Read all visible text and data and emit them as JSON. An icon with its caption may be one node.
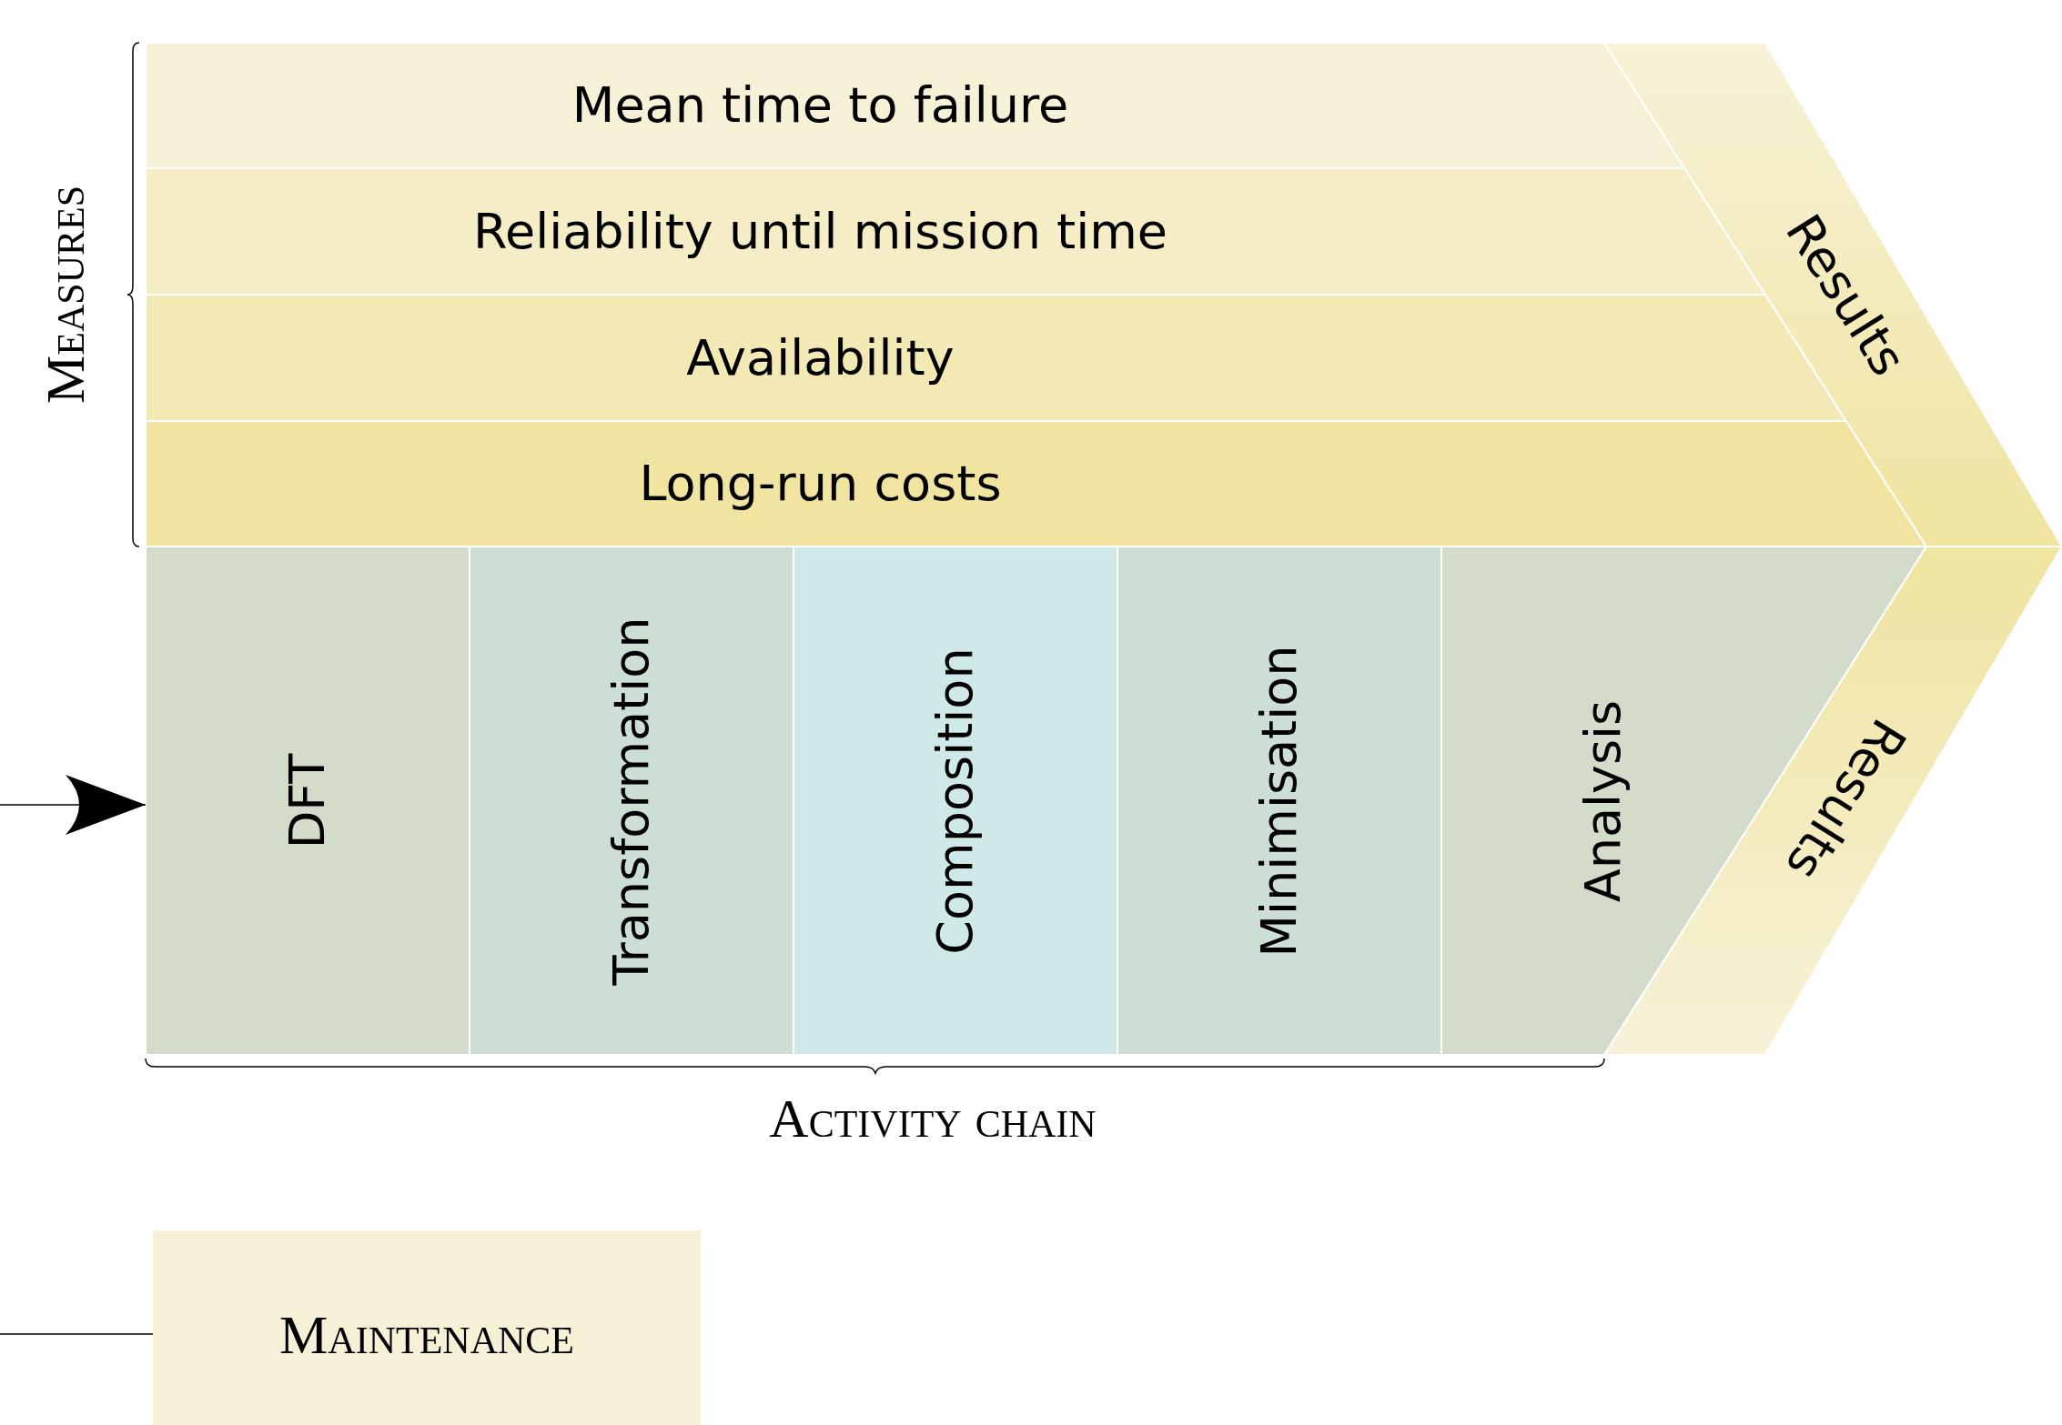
{
  "diagram": {
    "nodes": [
      {
        "text": [
          "Mean time to failure"
        ]
      },
      {
        "text": [
          "Reliability until mission time"
        ]
      },
      {
        "text": [
          "Availability"
        ]
      },
      {
        "text": [
          "Long-run costs"
        ]
      },
      {
        "text": [
          "DFT"
        ]
      },
      {
        "text": [
          "Transformation"
        ]
      },
      {
        "text": [
          "Composition"
        ]
      },
      {
        "text": [
          "Minimisation"
        ]
      },
      {
        "text": [
          "Analysis"
        ]
      },
      {
        "text": [
          "Results"
        ]
      },
      {
        "text": [
          "Results"
        ]
      },
      {
        "text": [
          "Maintenance"
        ]
      }
    ],
    "edges": [
      {
        "from": null,
        "to": 4,
        "arrow": "to"
      },
      {
        "from": null,
        "to": 11,
        "arrow": "none"
      }
    ],
    "labels": [
      "Measures",
      "Activity chain"
    ]
  }
}
